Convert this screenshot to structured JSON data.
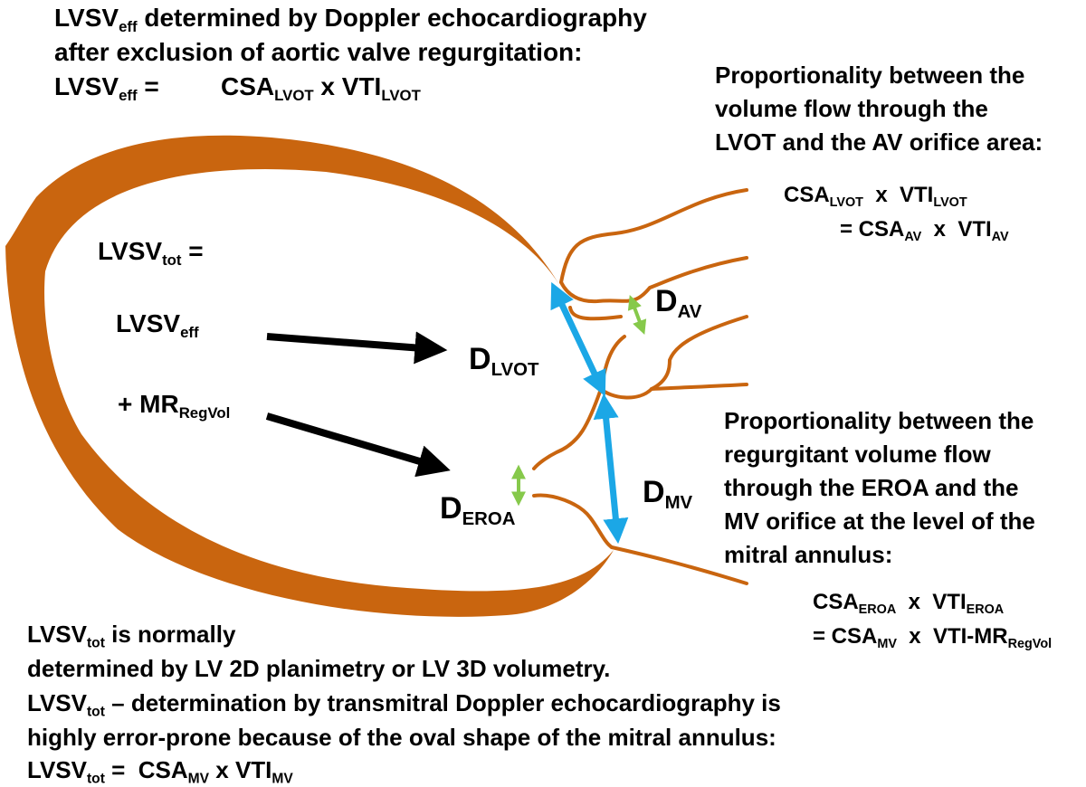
{
  "colors": {
    "heart": "#c9650f",
    "diameter_arrow": "#1ba7e6",
    "orifice_arrow": "#86c94b",
    "flow_arrow": "#000000",
    "text": "#000000"
  },
  "header": {
    "line1": {
      "a": "LVSV",
      "a_sub": "eff",
      "rest": " determined by Doppler echocardiography"
    },
    "line2": "after exclusion of aortic valve regurgitation:",
    "line3": {
      "a": "LVSV",
      "a_sub": "eff",
      "eq": " =",
      "b": "CSA",
      "b_sub": "LVOT",
      "x": " x VTI",
      "x_sub": "LVOT"
    }
  },
  "lvot_note": {
    "lines": [
      "Proportionality between the",
      "volume flow through the",
      "LVOT and the AV orifice area:"
    ],
    "formula1": {
      "a": "CSA",
      "a_sub": "LVOT",
      "x": "  x  VTI",
      "x_sub": "LVOT"
    },
    "formula2": {
      "pre": "= CSA",
      "a_sub": "AV",
      "x": "  x  VTI",
      "x_sub": "AV"
    }
  },
  "inside": {
    "tot": {
      "a": "LVSV",
      "a_sub": "tot",
      "rest": " ="
    },
    "eff": {
      "a": "LVSV",
      "a_sub": "eff"
    },
    "mr": {
      "a": "+ MR",
      "a_sub": "RegVol"
    }
  },
  "labels": {
    "d_lvot": {
      "a": "D",
      "a_sub": "LVOT"
    },
    "d_av": {
      "a": "D",
      "a_sub": "AV"
    },
    "d_eroa": {
      "a": "D",
      "a_sub": "EROA"
    },
    "d_mv": {
      "a": "D",
      "a_sub": "MV"
    }
  },
  "mr_note": {
    "lines": [
      "Proportionality between the",
      "regurgitant volume flow",
      "through the EROA and the",
      "MV orifice at the level of the",
      "mitral annulus:"
    ],
    "formula1": {
      "a": "CSA",
      "a_sub": "EROA",
      "x": "  x  VTI",
      "x_sub": "EROA"
    },
    "formula2": {
      "pre": "= CSA",
      "a_sub": "MV",
      "x": "  x  VTI-MR",
      "x_sub": "RegVol"
    }
  },
  "footer": {
    "line1": {
      "a": "LVSV",
      "a_sub": "tot",
      "rest": " is normally"
    },
    "line2": "determined by LV 2D planimetry or LV 3D volumetry.",
    "line3": {
      "a": "LVSV",
      "a_sub": "tot",
      "rest": " – determination by transmitral Doppler echocardiography is"
    },
    "line4": "highly error-prone because of the oval shape of the mitral annulus:",
    "line5": {
      "a": "LVSV",
      "a_sub": "tot",
      "eq": " =  CSA",
      "b_sub": "MV",
      "x": " x VTI",
      "x_sub": "MV"
    }
  }
}
